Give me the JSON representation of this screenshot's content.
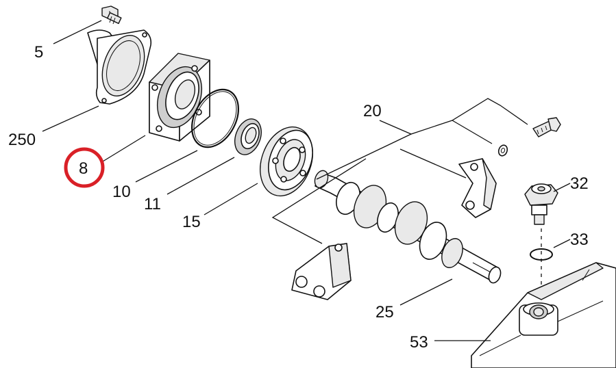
{
  "callouts": [
    {
      "id": "c5",
      "label": "5"
    },
    {
      "id": "c250",
      "label": "250"
    },
    {
      "id": "c8",
      "label": "8"
    },
    {
      "id": "c10",
      "label": "10"
    },
    {
      "id": "c11",
      "label": "11"
    },
    {
      "id": "c15",
      "label": "15"
    },
    {
      "id": "c20",
      "label": "20"
    },
    {
      "id": "c25",
      "label": "25"
    },
    {
      "id": "c32",
      "label": "32"
    },
    {
      "id": "c33",
      "label": "33"
    },
    {
      "id": "c53",
      "label": "53"
    }
  ],
  "highlight": {
    "callout": "8",
    "color": "#d92027"
  }
}
